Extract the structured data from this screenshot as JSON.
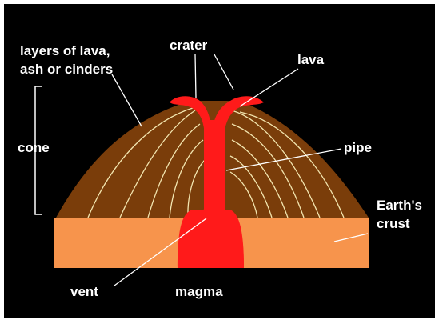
{
  "labels": {
    "layers_line1": "layers of lava,",
    "layers_line2": "ash or cinders",
    "crater": "crater",
    "lava": "lava",
    "cone": "cone",
    "pipe": "pipe",
    "crust_line1": "Earth's",
    "crust_line2": "crust",
    "vent": "vent",
    "magma": "magma"
  },
  "colors": {
    "background": "#000000",
    "cone": "#7a3d0a",
    "layer_lines": "#f3e6b0",
    "crust": "#f7944c",
    "magma": "#ff1a1a",
    "leader_lines": "#ffffff"
  }
}
